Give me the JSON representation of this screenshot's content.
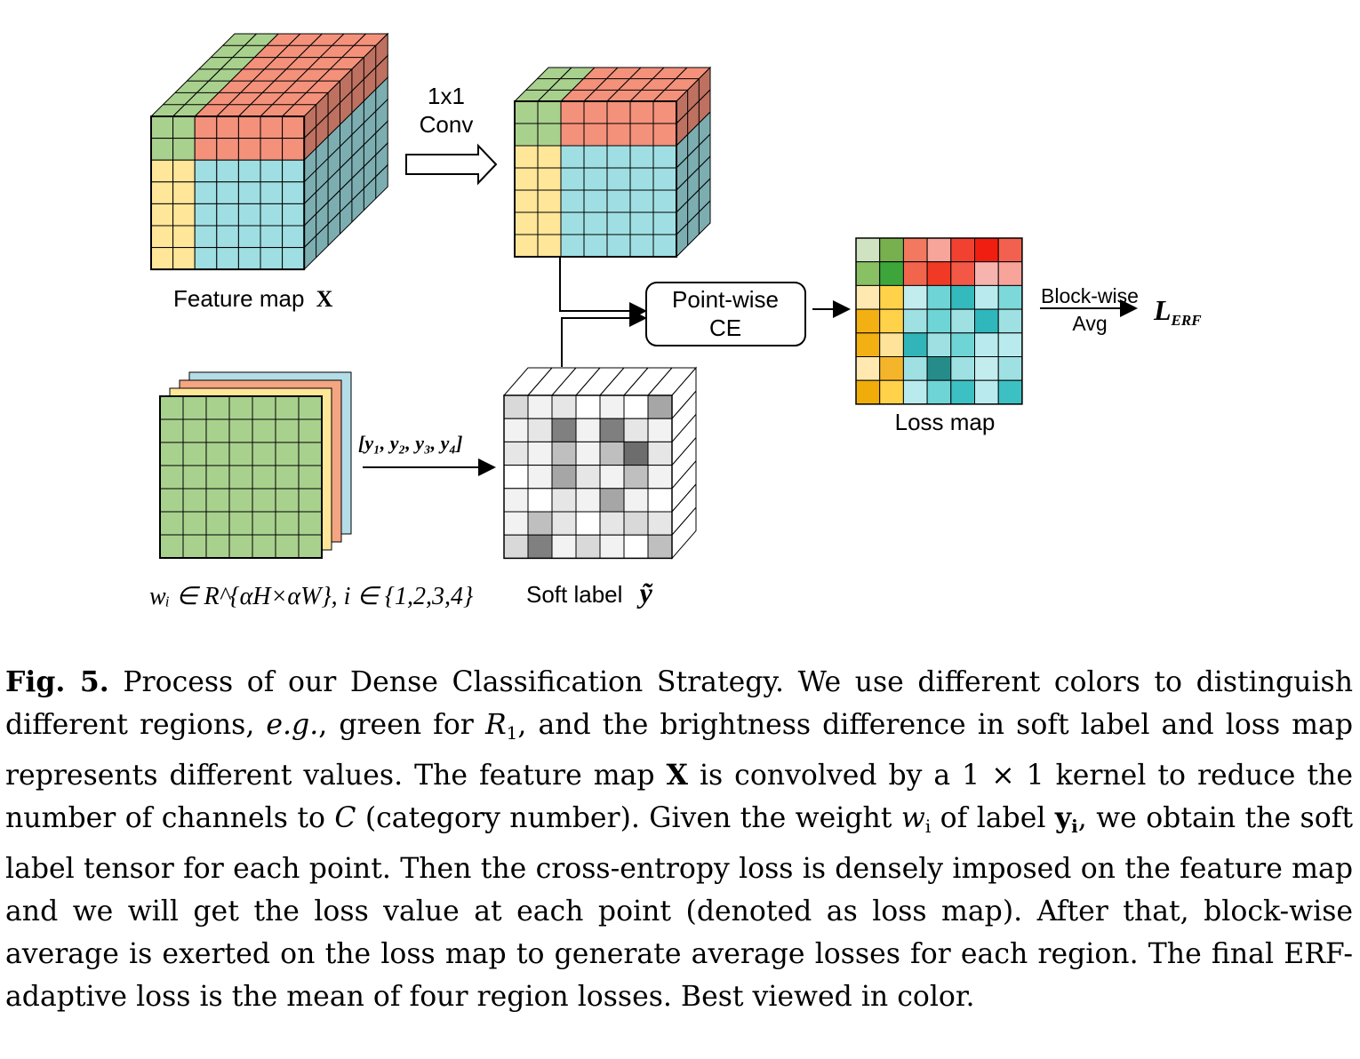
{
  "figure": {
    "conv_label_line1": "1x1",
    "conv_label_line2": "Conv",
    "feature_map_label": "Feature map",
    "feature_map_symbol": "X",
    "pointwise_line1": "Point-wise",
    "pointwise_line2": "CE",
    "blockwise_line1": "Block-wise",
    "blockwise_line2": "Avg",
    "loss_symbol": "L",
    "loss_subscript": "ERF",
    "loss_map_label": "Loss map",
    "y_vector_label": "[y₁, y₂, y₃, y₄]",
    "weights_label": "wᵢ ∈ R^{αH×αW}, i ∈ {1,2,3,4}",
    "soft_label_text": "Soft label",
    "soft_label_symbol": "ỹ",
    "colors": {
      "green": "#a9d18e",
      "red": "#f4917b",
      "yellow": "#ffe699",
      "teal": "#9fdfe3",
      "orange_stripe": "#f4a582",
      "blue_stripe": "#b4dde8"
    }
  },
  "caption": {
    "label": "Fig. 5.",
    "seg1": " Process of our Dense Classification Strategy. We use different colors to distinguish different regions, ",
    "eg": "e.g.",
    "seg2": ", green for ",
    "r1": "R",
    "r1_sub": "1",
    "seg3": ", and the brightness difference in soft label and loss map represents different values. The feature map ",
    "x_bold": "X",
    "seg4": " is convolved by a 1 × 1 kernel to reduce the number of channels to ",
    "c_ital": "C",
    "seg5": " (category number). Given the weight ",
    "w_ital": "w",
    "w_sub": "i",
    "seg6": " of label ",
    "y_bold": "y",
    "y_sub": "i",
    "seg7": ", we obtain the soft label tensor for each point. Then the cross-entropy loss is densely imposed on the feature map and we will get the loss value at each point (denoted as loss map). After that, block-wise average is exerted on the loss map to generate average losses for each region. The final ERF-adaptive loss is the mean of four region losses. Best viewed in color."
  }
}
